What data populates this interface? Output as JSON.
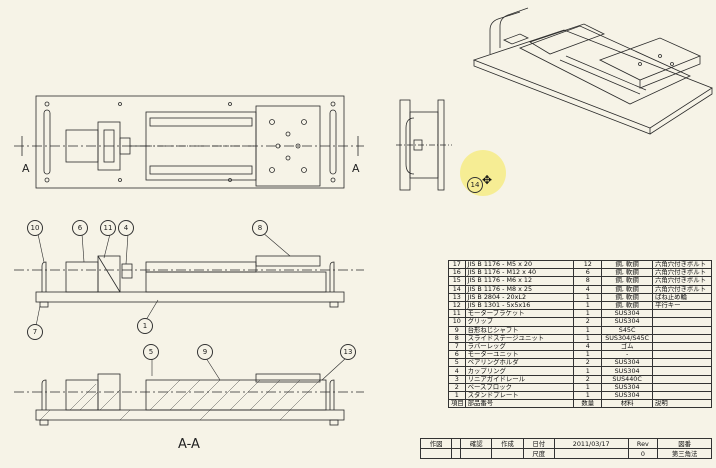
{
  "section_label": "A-A",
  "cut_marker": "A",
  "balloons": [
    "10",
    "6",
    "11",
    "4",
    "8",
    "7",
    "1",
    "5",
    "9",
    "13",
    "14"
  ],
  "cursor_icon": "move-cursor",
  "highlight_color": "#f5eb78",
  "bom": {
    "rows": [
      {
        "no": "17",
        "name": "JIS B 1176 - M5 x 20",
        "qty": "12",
        "mat": "鋼, 軟鋼",
        "desc": "六角穴付きボルト"
      },
      {
        "no": "16",
        "name": "JIS B 1176 - M12 x 40",
        "qty": "6",
        "mat": "鋼, 軟鋼",
        "desc": "六角穴付きボルト"
      },
      {
        "no": "15",
        "name": "JIS B 1176 - M6 x 12",
        "qty": "8",
        "mat": "鋼, 軟鋼",
        "desc": "六角穴付きボルト"
      },
      {
        "no": "14",
        "name": "JIS B 1176 - M8 x 25",
        "qty": "4",
        "mat": "鋼, 軟鋼",
        "desc": "六角穴付きボルト"
      },
      {
        "no": "13",
        "name": "JIS B 2804 - 20xL2",
        "qty": "1",
        "mat": "鋼, 軟鋼",
        "desc": "ばね止め輪"
      },
      {
        "no": "12",
        "name": "JIS B 1301 - 5x5x16",
        "qty": "1",
        "mat": "鋼, 軟鋼",
        "desc": "平行キー"
      },
      {
        "no": "11",
        "name": "モーターブラケット",
        "qty": "1",
        "mat": "SUS304",
        "desc": ""
      },
      {
        "no": "10",
        "name": "グリップ",
        "qty": "2",
        "mat": "SUS304",
        "desc": ""
      },
      {
        "no": "9",
        "name": "台形ねじシャフト",
        "qty": "1",
        "mat": "S45C",
        "desc": ""
      },
      {
        "no": "8",
        "name": "スライドステージユニット",
        "qty": "1",
        "mat": "SUS304/S45C",
        "desc": ""
      },
      {
        "no": "7",
        "name": "ラバーレッグ",
        "qty": "4",
        "mat": "ゴム",
        "desc": ""
      },
      {
        "no": "6",
        "name": "モーターユニット",
        "qty": "1",
        "mat": "-",
        "desc": ""
      },
      {
        "no": "5",
        "name": "ベアリングホルダ",
        "qty": "2",
        "mat": "SUS304",
        "desc": ""
      },
      {
        "no": "4",
        "name": "カップリング",
        "qty": "1",
        "mat": "SUS304",
        "desc": ""
      },
      {
        "no": "3",
        "name": "リニアガイドレール",
        "qty": "2",
        "mat": "SUS440C",
        "desc": ""
      },
      {
        "no": "2",
        "name": "ベースブロック",
        "qty": "1",
        "mat": "SUS304",
        "desc": ""
      },
      {
        "no": "1",
        "name": "スタンドプレート",
        "qty": "1",
        "mat": "SUS304",
        "desc": ""
      }
    ],
    "header": {
      "no": "項目",
      "name": "部品番号",
      "qty": "数量",
      "mat": "材料",
      "desc": "説明"
    }
  },
  "title_block": {
    "draft": "作図",
    "check": "確認",
    "create": "作成",
    "date_label": "日付",
    "date": "2011/03/17",
    "rev_label": "Rev",
    "sheet_label": "図番",
    "scale_label": "尺度",
    "rev_value": "0",
    "projection": "第三角法"
  }
}
